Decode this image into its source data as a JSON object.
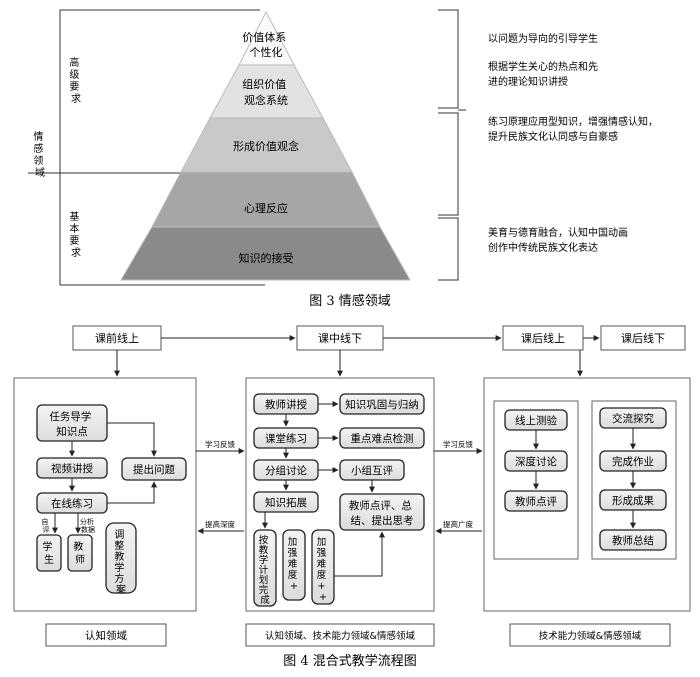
{
  "fig3": {
    "caption": "图 3 情感领域",
    "pyramid": {
      "level1": [
        "价值体系",
        "个性化"
      ],
      "level2": [
        "组织价值",
        "观念系统"
      ],
      "level3": "形成价值观念",
      "level4": "心理反应",
      "level5": "知识的接受"
    },
    "left_labels": {
      "domain": [
        "情",
        "感",
        "领",
        "域"
      ],
      "advanced": [
        "高",
        "级",
        "要",
        "求"
      ],
      "basic": [
        "基",
        "本",
        "要",
        "求"
      ]
    },
    "right_notes": {
      "note1": "以问题为导向的引导学生",
      "note2": [
        "根据学生关心的热点和先",
        "进的理论知识讲授"
      ],
      "note3": [
        "练习原理应用型知识，增强情感认知，",
        "提升民族文化认同感与自豪感"
      ],
      "note4": [
        "美育与德育融合，认知中国动画",
        "创作中传统民族文化表达"
      ]
    }
  },
  "fig4": {
    "caption": "图 4 混合式教学流程图",
    "top": {
      "pre_online": "课前线上",
      "in_class_offline": "课中线下",
      "post_online": "课后线上",
      "post_offline": "课后线下"
    },
    "pre_class": {
      "task_guide": [
        "任务导学",
        "知识点"
      ],
      "video": "视频讲授",
      "online_practice": "在线练习",
      "ask_question": "提出问题",
      "self_eval": [
        "自",
        "评"
      ],
      "analysis_data": [
        "分析",
        "数据"
      ],
      "student": [
        "学",
        "生"
      ],
      "teacher": [
        "教",
        "师"
      ],
      "adjust_plan": [
        "调",
        "整",
        "教",
        "学",
        "方",
        "案"
      ],
      "domain": "认知领域"
    },
    "in_class": {
      "teacher_lecture": "教师讲授",
      "consolidate": "知识巩固与归纳",
      "class_practice": "课堂练习",
      "key_points": "重点难点检测",
      "group_discussion": "分组讨论",
      "peer_review": "小组互评",
      "knowledge_ext": "知识拓展",
      "teacher_review": [
        "教师点评、总",
        "结、提出思考"
      ],
      "complete_by_plan": [
        "按",
        "教",
        "学",
        "计",
        "划",
        "完",
        "成"
      ],
      "harder_plus": [
        "加",
        "强",
        "难",
        "度",
        "+"
      ],
      "harder_plus2": [
        "加",
        "强",
        "难",
        "度",
        "+",
        "+"
      ],
      "domain": "认知领域、技术能力领域&情感领域"
    },
    "links": {
      "feedback1": "学习反馈",
      "depth": "提高深度",
      "feedback2": "学习反馈",
      "breadth": "提高广度"
    },
    "post_online_box": {
      "online_test": "线上测验",
      "deep_discussion": "深度讨论",
      "teacher_review": "教师点评"
    },
    "post_offline_box": {
      "explore": "交流探究",
      "homework": "完成作业",
      "result": "形成成果",
      "summary": "教师总结"
    },
    "post_domain": "技术能力领域&情感领域"
  }
}
